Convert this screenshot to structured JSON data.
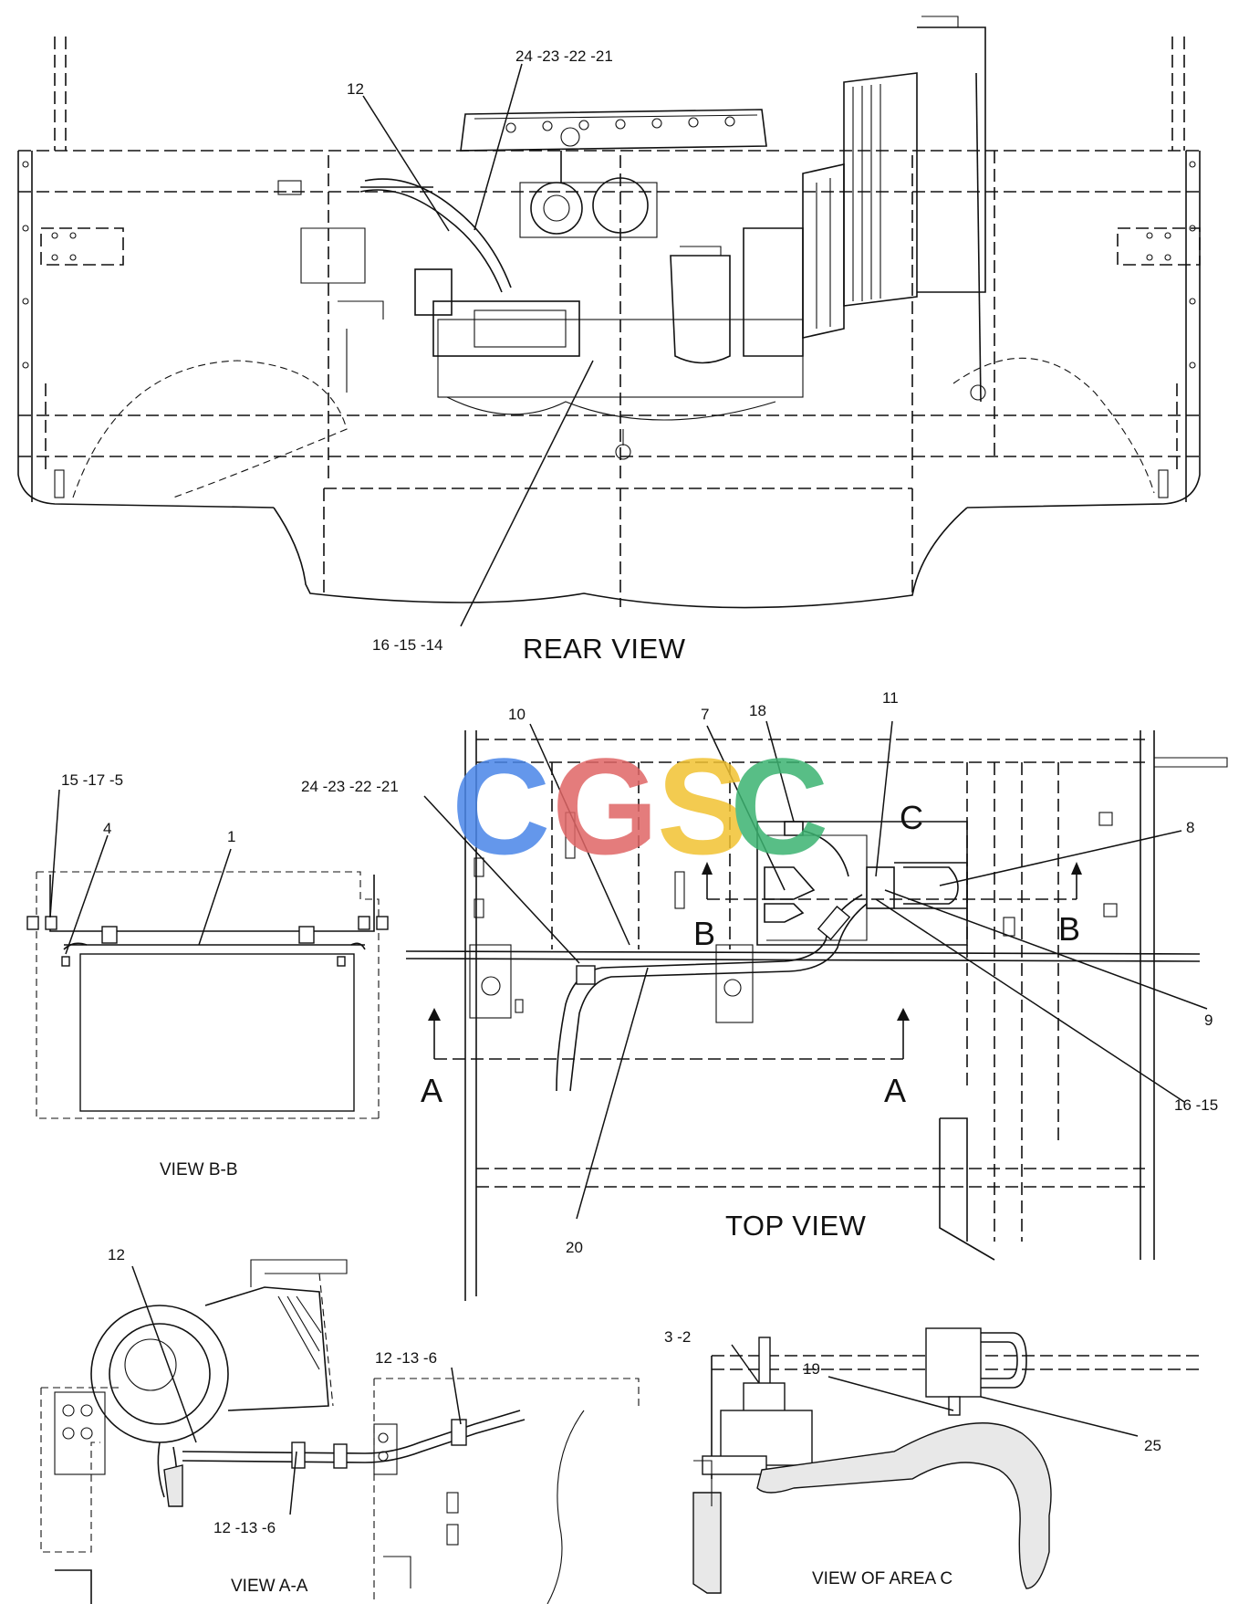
{
  "views": {
    "rear": {
      "title": "REAR VIEW",
      "callouts": [
        "12",
        "24 -23 -22 -21",
        "16 -15 -14"
      ]
    },
    "top": {
      "title": "TOP VIEW",
      "callouts": [
        "10",
        "7",
        "18",
        "11",
        "8",
        "9",
        "16 -15",
        "24 -23 -22 -21",
        "20"
      ],
      "section_marks": [
        "C",
        "B",
        "B",
        "A",
        "A"
      ]
    },
    "bb": {
      "title": "VIEW B-B",
      "callouts": [
        "15 -17 -5",
        "4",
        "1"
      ]
    },
    "aa": {
      "title": "VIEW A-A",
      "callouts": [
        "12",
        "12 -13 -6",
        "12 -13 -6"
      ]
    },
    "c": {
      "title": "VIEW OF AREA  C",
      "callouts": [
        "3 -2",
        "19",
        "25"
      ]
    }
  },
  "watermark": {
    "text": "CGSC",
    "colors": [
      "#4a86e8",
      "#e06666",
      "#f1c232",
      "#3cb371"
    ]
  }
}
